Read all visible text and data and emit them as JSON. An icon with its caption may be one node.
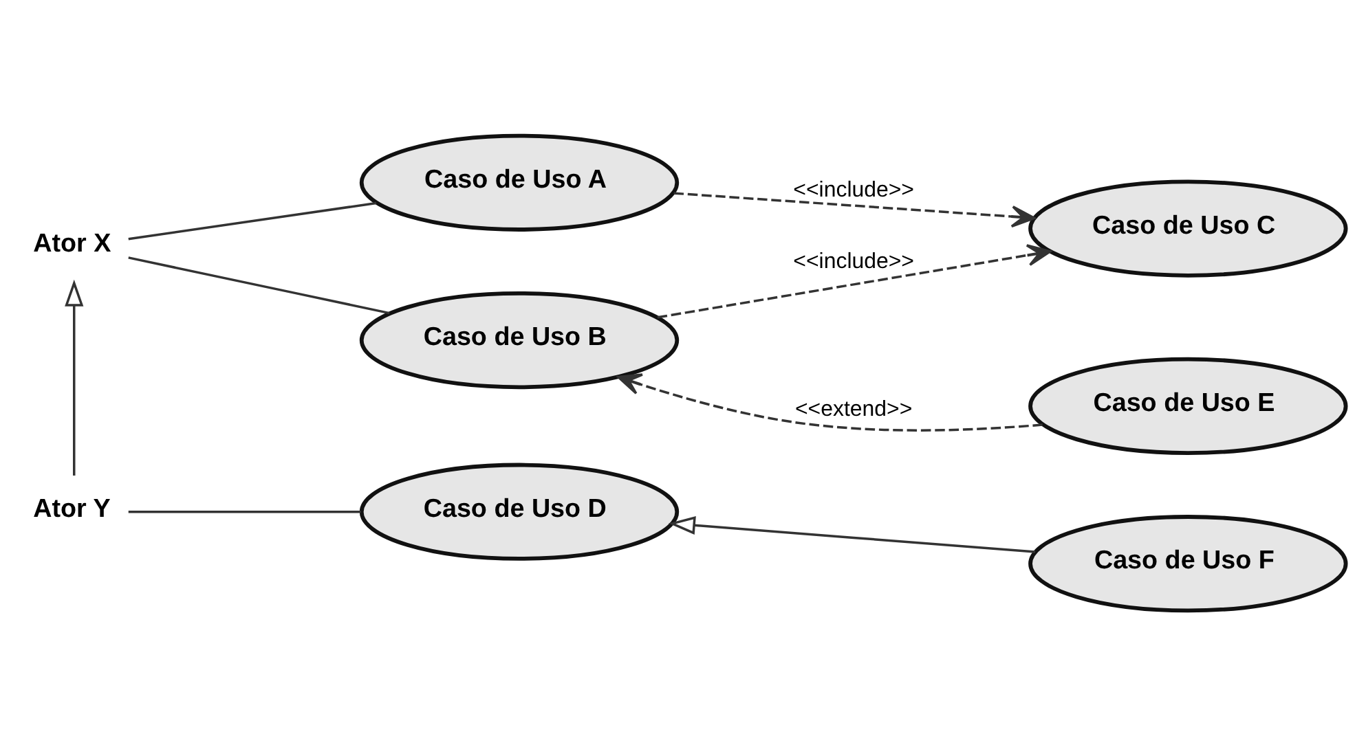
{
  "diagram": {
    "nodes": [
      {
        "text": [
          "Ator X"
        ]
      },
      {
        "text": [
          "Caso de Uso A"
        ]
      },
      {
        "text": [
          "Caso de Uso C"
        ]
      },
      {
        "text": [
          "Caso de Uso B"
        ]
      },
      {
        "text": [
          "Caso de Uso E"
        ]
      },
      {
        "text": [
          "Ator Y"
        ]
      },
      {
        "text": [
          "Caso de Uso D"
        ]
      },
      {
        "text": [
          "Caso de Uso F"
        ]
      }
    ],
    "edges": [
      {
        "from": 0,
        "to": 1,
        "arrow": "none"
      },
      {
        "from": 0,
        "to": 3,
        "arrow": "none"
      },
      {
        "from": 1,
        "to": 2,
        "arrow": "to",
        "label": "<<include>>",
        "style": "dashed"
      },
      {
        "from": 3,
        "to": 2,
        "arrow": "to",
        "label": "<<include>>",
        "style": "dashed"
      },
      {
        "from": 4,
        "to": 3,
        "arrow": "to",
        "label": "<<extend>>",
        "style": "dashed"
      },
      {
        "from": 5,
        "to": 0,
        "arrow": "to"
      },
      {
        "from": 5,
        "to": 6,
        "arrow": "none"
      },
      {
        "from": 7,
        "to": 6,
        "arrow": "to"
      }
    ]
  }
}
